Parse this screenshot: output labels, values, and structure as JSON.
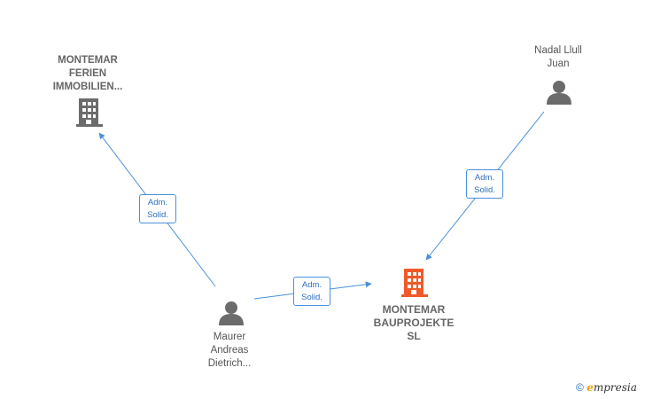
{
  "nodes": {
    "ferien": {
      "lines": [
        "MONTEMAR",
        "FERIEN",
        "IMMOBILIEN..."
      ],
      "icon": "building-icon",
      "color": "#666666"
    },
    "nadal": {
      "lines": [
        "Nadal Llull",
        "Juan"
      ],
      "icon": "person-icon",
      "color": "#666666"
    },
    "maurer": {
      "lines": [
        "Maurer",
        "Andreas",
        "Dietrich..."
      ],
      "icon": "person-icon",
      "color": "#666666"
    },
    "bauprojekte": {
      "lines": [
        "MONTEMAR",
        "BAUPROJEKTE",
        "SL"
      ],
      "icon": "building-icon",
      "color": "#f05a28"
    }
  },
  "edges": [
    {
      "from": "maurer",
      "to": "ferien",
      "label": [
        "Adm.",
        "Solid."
      ]
    },
    {
      "from": "maurer",
      "to": "bauprojekte",
      "label": [
        "Adm.",
        "Solid."
      ]
    },
    {
      "from": "nadal",
      "to": "bauprojekte",
      "label": [
        "Adm.",
        "Solid."
      ]
    }
  ],
  "colors": {
    "edge": "#4a90d9",
    "edge_text": "#2d6fbf"
  },
  "watermark": {
    "symbol": "©",
    "brand_initial": "e",
    "brand_rest": "mpresia"
  }
}
